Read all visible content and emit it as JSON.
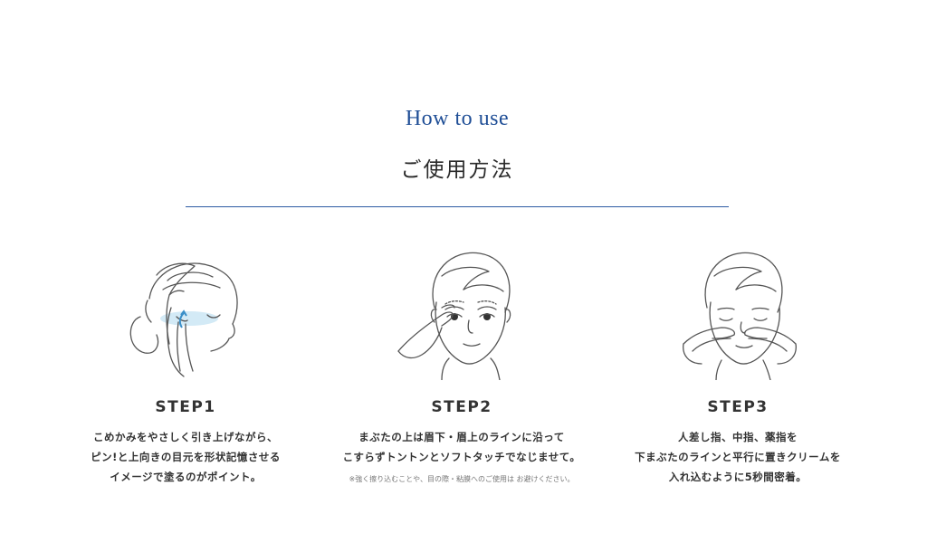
{
  "header": {
    "title_en": "How to use",
    "title_ja": "ご使用方法"
  },
  "colors": {
    "accent": "#1f4e96",
    "divider": "#2d5ba3",
    "highlight": "#a9d4ec"
  },
  "steps": [
    {
      "title": "STEP1",
      "lines": [
        "こめかみをやさしく引き上げながら、",
        "ピン!と上向きの目元を形状記憶させる",
        "イメージで塗るのがポイント。"
      ],
      "illustration": "face-side-temple-lift-icon"
    },
    {
      "title": "STEP2",
      "lines": [
        "まぶたの上は眉下・眉上のラインに沿って",
        "こすらずトントンとソフトタッチでなじませて。"
      ],
      "note": "※強く擦り込むことや、目の際・粘膜へのご使用は お避けください。",
      "illustration": "face-front-eyelid-tap-icon"
    },
    {
      "title": "STEP3",
      "lines": [
        "人差し指、中指、薬指を",
        "下まぶたのラインと平行に置きクリームを",
        "入れ込むように5秒間密着。"
      ],
      "illustration": "face-front-under-eye-press-icon"
    }
  ]
}
